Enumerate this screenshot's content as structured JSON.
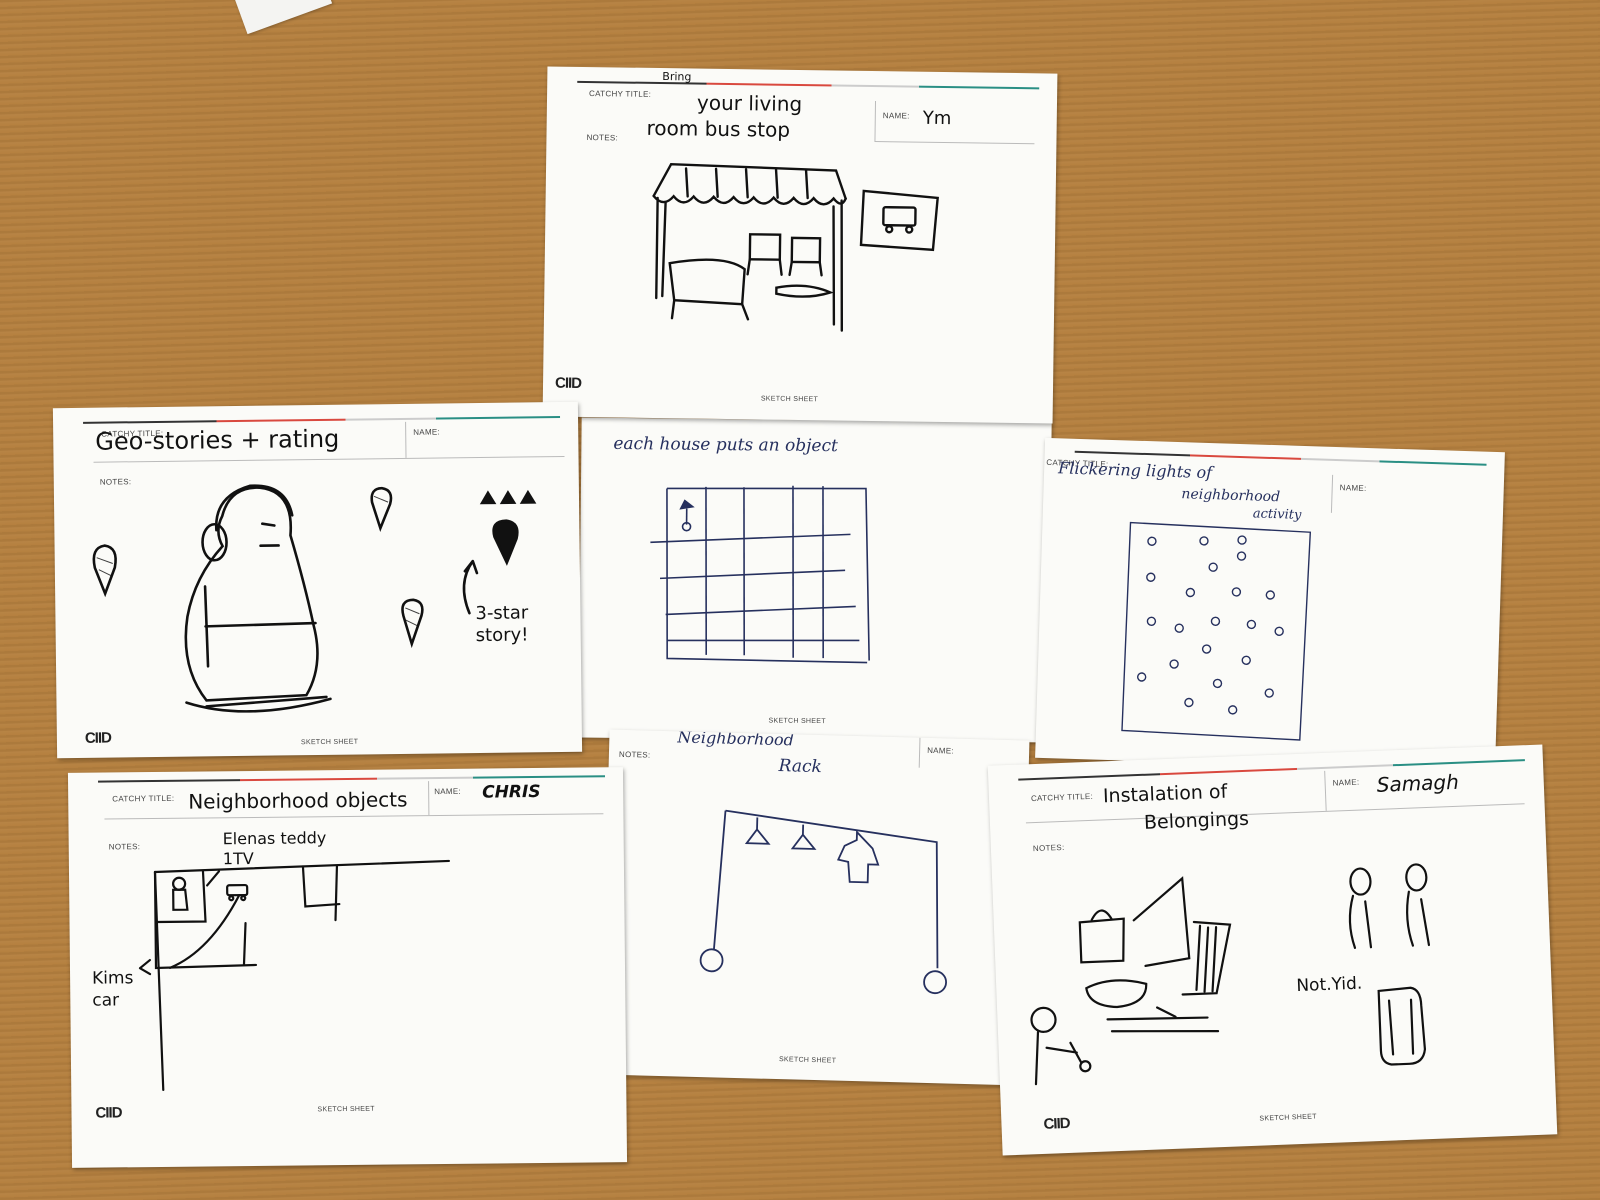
{
  "colors": {
    "table": "#b5803f",
    "paper": "#fbfbf8",
    "ink": "#111111",
    "blue_ink": "#26305e"
  },
  "template": {
    "catchy_title_label": "CATCHY TITLE:",
    "name_label": "NAME:",
    "notes_label": "NOTES:",
    "footer": "SKETCH SHEET",
    "logo": "CIID"
  },
  "sheets": [
    {
      "id": "living-room",
      "title_line1": "your living",
      "title_line2": "room bus stop",
      "title_edit": "Bring",
      "name": "Ym"
    },
    {
      "id": "geo-stories",
      "title": "Geo-stories + rating",
      "annotation": "3-star story!",
      "name": ""
    },
    {
      "id": "house-object",
      "note": "each house puts an object"
    },
    {
      "id": "flickering",
      "title_line1": "Flickering lights of",
      "title_line2": "neighborhood",
      "title_line3": "activity",
      "name": ""
    },
    {
      "id": "neighborhood-objects",
      "title": "Neighborhood objects",
      "name": "CHRIS",
      "label1_line1": "Elenas teddy",
      "label1_line2": "1TV",
      "label2_line1": "Kims",
      "label2_line2": "car"
    },
    {
      "id": "rack",
      "title_line1": "Neighborhood",
      "title_line2": "Rack",
      "name": ""
    },
    {
      "id": "installation",
      "title_line1": "Instalation of",
      "title_line2": "Belongings",
      "name": "Samagh",
      "annotation": "Not.Yid."
    }
  ]
}
